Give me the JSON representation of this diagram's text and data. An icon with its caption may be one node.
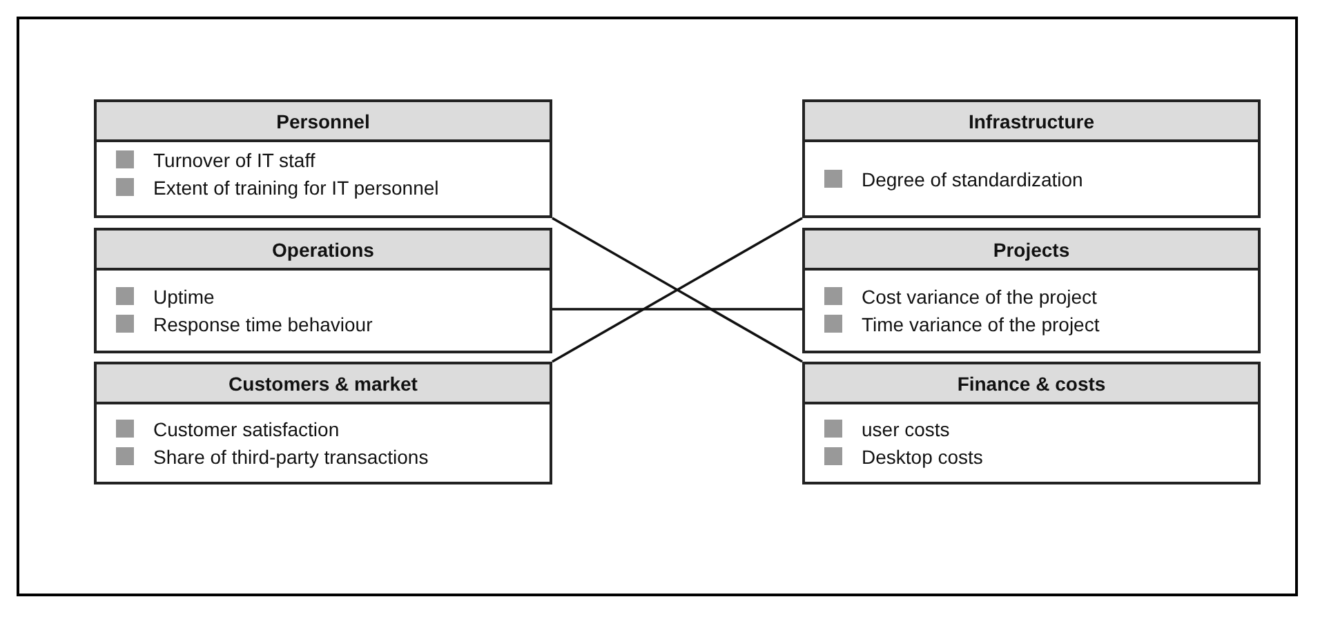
{
  "diagram": {
    "nodes": [
      {
        "text": [
          "Personnel",
          "Turnover of IT staff",
          "Extent of training for IT personnel"
        ]
      },
      {
        "text": [
          "Infrastructure",
          "Degree of standardization"
        ]
      },
      {
        "text": [
          "Operations",
          "Uptime",
          "Response time behaviour"
        ]
      },
      {
        "text": [
          "Projects",
          "Cost variance of the project",
          "Time variance of the project"
        ]
      },
      {
        "text": [
          "Customers & market",
          "Customer satisfaction",
          "Share of third-party transactions"
        ]
      },
      {
        "text": [
          "Finance & costs",
          "user costs",
          "Desktop costs"
        ]
      }
    ],
    "edges": [
      {
        "from": 0,
        "to": 5,
        "arrow": "none"
      },
      {
        "from": 2,
        "to": 3,
        "arrow": "none"
      },
      {
        "from": 4,
        "to": 1,
        "arrow": "none"
      }
    ]
  }
}
